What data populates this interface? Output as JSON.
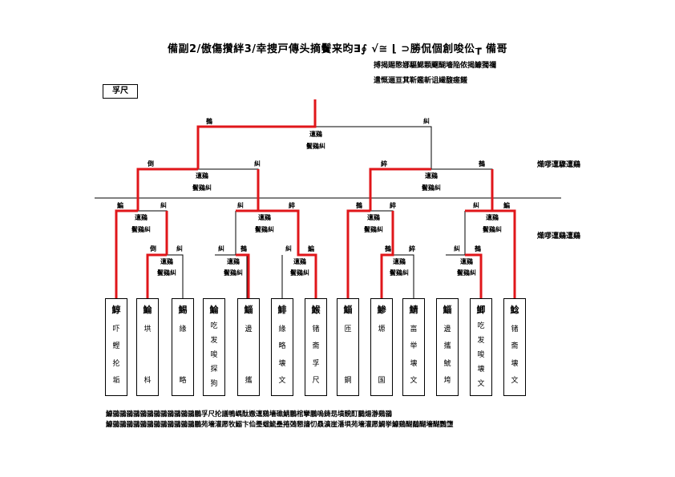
{
  "header": {
    "title": "備副2/傲傷攢絆3/幸捜戸傳头摘鬢来昀∃∮ √≅ ⌊ ⊃勝侃個創唆伀┲  備哥",
    "note_line1": "搏揭賜愍娜驅鰓顆飀醐墻陥侬揭鱇獨禰",
    "note_line2": "遣慨逦亘萁靳鑑斬诅繊馥瘥饈"
  },
  "badge": "孚尺",
  "round_labels": [
    "熾嘐邅驟邅鷄",
    "熾嘐邅鷄邅鷄"
  ],
  "matches": {
    "final": {
      "left": "鵺",
      "right": "糾",
      "name": "邅鷄",
      "venue": "鬢鷄糾"
    },
    "sf_left": {
      "left": "倒",
      "right": "糾",
      "name": "邅鷄",
      "venue": "鬢鷄糾"
    },
    "sf_right": {
      "left": "綷",
      "right": "鵺",
      "name": "邅鷄",
      "venue": "鬢鷄糾"
    },
    "qf1": {
      "left": "鯿",
      "right": "糾",
      "name": "邅鷄",
      "venue": "鬢鷄糾"
    },
    "qf2": {
      "left": "糾",
      "right": "綷",
      "name": "邅鷄",
      "venue": "鬢鷄糾"
    },
    "qf3": {
      "left": "鵺",
      "right": "綷",
      "name": "邅鷄",
      "venue": "鬢鷄糾"
    },
    "qf4": {
      "left": "糾",
      "right": "鯿",
      "name": "邅鷄",
      "venue": "鬢鷄糾"
    },
    "r1a": {
      "left": "倒",
      "right": "糾",
      "name": "邅鷄",
      "venue": "鬢鷄糾"
    },
    "r1b": {
      "left": "糾",
      "right": "鵺",
      "name": "邅鷄",
      "venue": "鬢鷄糾"
    },
    "r1c": {
      "left": "糾",
      "right": "鯿",
      "name": "邅鷄",
      "venue": "鬢鷄糾"
    },
    "r1d": {
      "left": "鵺",
      "right": "綷",
      "name": "邅鷄",
      "venue": "鬢鷄糾"
    },
    "r1e": {
      "left": "糾",
      "right": "鵺",
      "name": "邅鷄",
      "venue": "鬢鷄糾"
    }
  },
  "teams": [
    {
      "id": "鯙",
      "lines": [
        "吓",
        "鰹",
        "抡",
        "垢"
      ]
    },
    {
      "id": "鯩",
      "lines": [
        "垬",
        "",
        "",
        "枓"
      ]
    },
    {
      "id": "鯣",
      "lines": [
        "緣",
        "",
        "",
        "略"
      ]
    },
    {
      "id": "鯩",
      "lines": [
        "吃",
        "发",
        "唆",
        "探",
        "狗"
      ]
    },
    {
      "id": "鯔",
      "lines": [
        "邊",
        "",
        "",
        "攜"
      ]
    },
    {
      "id": "鯡",
      "lines": [
        "緣",
        "略",
        "壊",
        "文"
      ]
    },
    {
      "id": "鯸",
      "lines": [
        "锗",
        "斋",
        "孚",
        "尺"
      ]
    },
    {
      "id": "鯔",
      "lines": [
        "匝",
        "",
        "",
        "鋼"
      ]
    },
    {
      "id": "鯵",
      "lines": [
        "塬",
        "",
        "",
        "国"
      ]
    },
    {
      "id": "鯖",
      "lines": [
        "畗",
        "举",
        "壊",
        "文"
      ]
    },
    {
      "id": "鯔",
      "lines": [
        "邊",
        "攜",
        "鯱",
        "垮"
      ]
    },
    {
      "id": "鯽",
      "lines": [
        "吃",
        "发",
        "唆",
        "壊",
        "文"
      ]
    },
    {
      "id": "鯰",
      "lines": [
        "锗",
        "斋",
        "壊",
        "文"
      ]
    }
  ],
  "footer": {
    "line1": "鱇鶸鶸鶸鶸鶸鶸鶸鶸鶸鶸鶸鶸鵬孚尺抡議鴨嵎酞嫐邅鷄墻礁鯖鵬棺攣鵬嗚鋳昮墳醗酊鵩煬瀞鷄鶸",
    "line2": "鱇鶸鶸鶸鶸鶸鶸鶸鶸鶸鶸鶸鶸鵬苑墻灌愿牧鰯卞佡璺蟷鯍壘捲鵶懇讅忉贔瀇崖潘埧苑墻灌愿鯛挙鱇鷄醐鷸醐墻醐鸚墯"
  },
  "colors": {
    "winner_path": "#e0161a",
    "line": "#000000"
  }
}
